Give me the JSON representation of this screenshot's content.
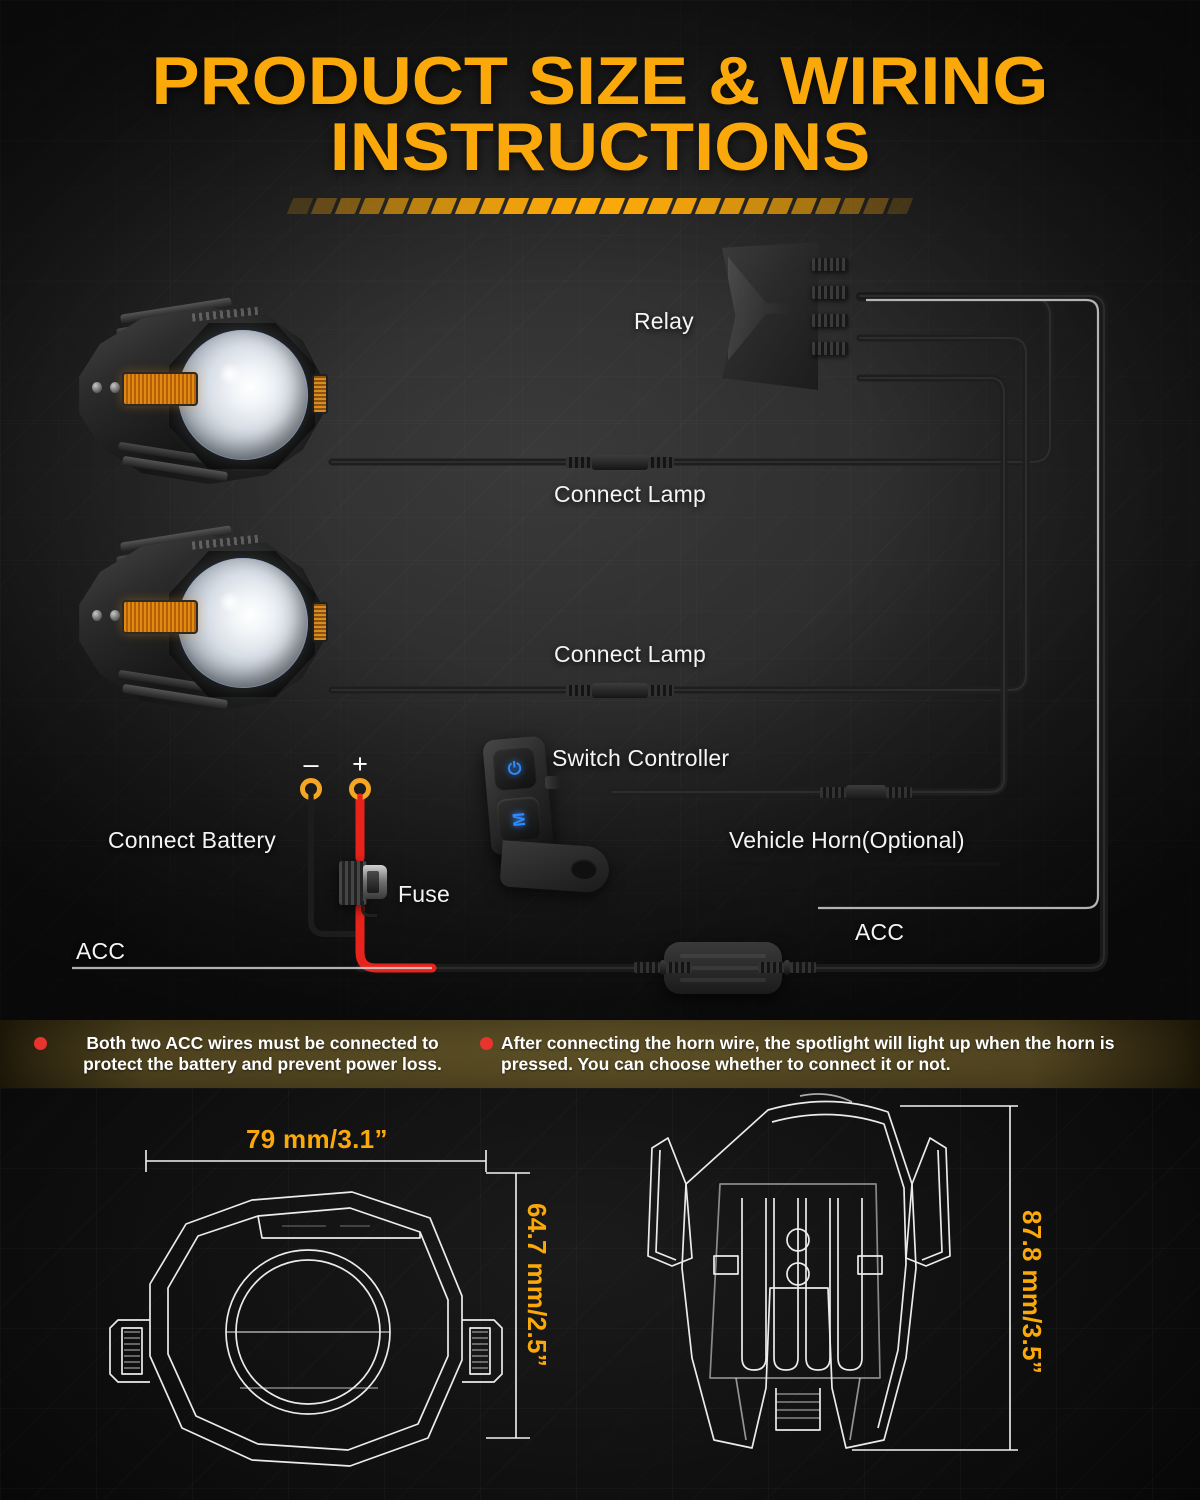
{
  "title": {
    "line1": "PRODUCT SIZE & WIRING",
    "line2": "INSTRUCTIONS"
  },
  "colors": {
    "accent_orange": "#FBA90A",
    "label_white": "#F4F4F4",
    "bullet_red": "#E8342C",
    "notes_bar": "#5D5026",
    "positive_wire": "#E8231C",
    "terminal_ring": "#F5A623",
    "switch_glyph_blue": "#2D8BFF",
    "amber_marker": "#E08A12"
  },
  "wiring": {
    "labels": [
      {
        "id": "relay",
        "text": "Relay"
      },
      {
        "id": "connect-lamp-1",
        "text": "Connect Lamp"
      },
      {
        "id": "connect-lamp-2",
        "text": "Connect Lamp"
      },
      {
        "id": "switch-controller",
        "text": "Switch Controller"
      },
      {
        "id": "connect-battery",
        "text": "Connect Battery"
      },
      {
        "id": "fuse",
        "text": "Fuse"
      },
      {
        "id": "vehicle-horn",
        "text": "Vehicle Horn(Optional)"
      },
      {
        "id": "acc-right",
        "text": "ACC"
      },
      {
        "id": "acc-left",
        "text": "ACC"
      }
    ],
    "battery_terminals": [
      {
        "id": "negative",
        "sign": "–"
      },
      {
        "id": "positive",
        "sign": "+"
      }
    ],
    "switch_buttons": [
      {
        "id": "power",
        "glyph": "⏻"
      },
      {
        "id": "mode",
        "glyph": "M"
      }
    ]
  },
  "notes": [
    "Both two ACC wires must be connected to protect the battery and prevent power loss.",
    "After connecting the horn wire, the spotlight will light up when the horn is pressed. You can choose whether to connect it or not."
  ],
  "dimensions": {
    "front_view": {
      "width": "79 mm/3.1”",
      "height": "64.7 mm/2.5”"
    },
    "rear_view": {
      "height": "87.8 mm/3.5”"
    }
  }
}
